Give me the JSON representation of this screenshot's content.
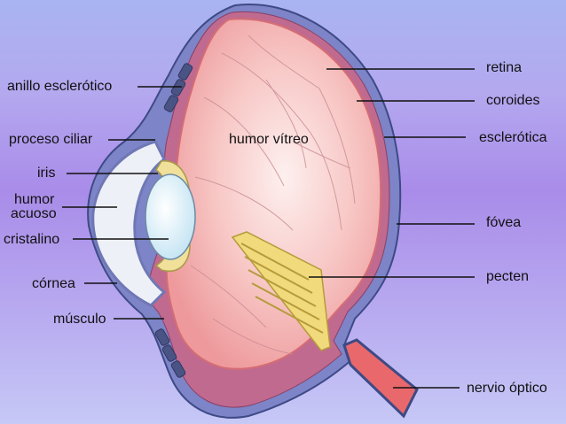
{
  "labels": {
    "anillo_esclerotico": "anillo esclerótico",
    "proceso_ciliar": "proceso ciliar",
    "iris": "iris",
    "humor_acuoso_1": "humor",
    "humor_acuoso_2": "acuoso",
    "cristalino": "cristalino",
    "cornea": "córnea",
    "musculo": "músculo",
    "humor_vitreo": "humor vítreo",
    "retina": "retina",
    "coroides": "coroides",
    "esclerotica": "esclerótica",
    "fovea": "fóvea",
    "pecten": "pecten",
    "nervio_optico": "nervio óptico"
  },
  "colors": {
    "background": "#b0a4ee",
    "vitreous": "#f2a3a4",
    "retina_line": "#e26a6e",
    "sclera_outer": "#7f85c6",
    "cornea": "#eef0f7",
    "lens": "#d8eef8",
    "iris": "#f0e09a",
    "pecten": "#f1da7c",
    "optic_nerve": "#e9686c"
  }
}
